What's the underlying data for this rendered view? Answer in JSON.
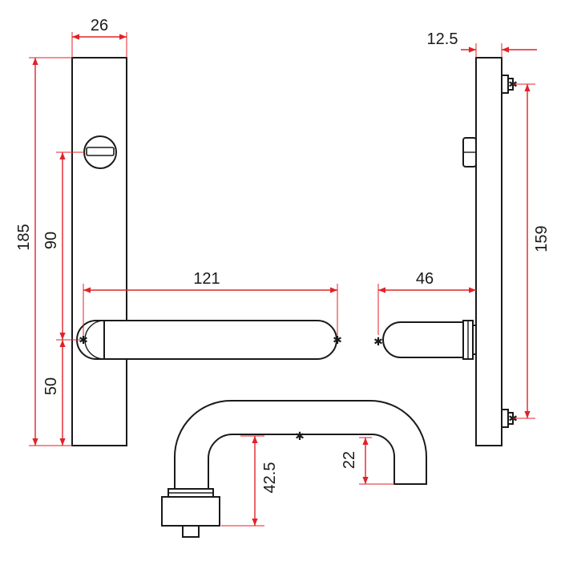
{
  "colors": {
    "dimension": "#e02228",
    "outline": "#1a1a1a",
    "background": "#ffffff"
  },
  "dimensions": {
    "plate_width": "26",
    "plate_height": "185",
    "spindle_to_keyhole": "90",
    "spindle_to_bottom": "50",
    "lever_length": "121",
    "lever_projection": "46",
    "plate_thickness": "12.5",
    "fixing_centres": "159",
    "return_depth": "22",
    "rose_height": "42.5"
  }
}
